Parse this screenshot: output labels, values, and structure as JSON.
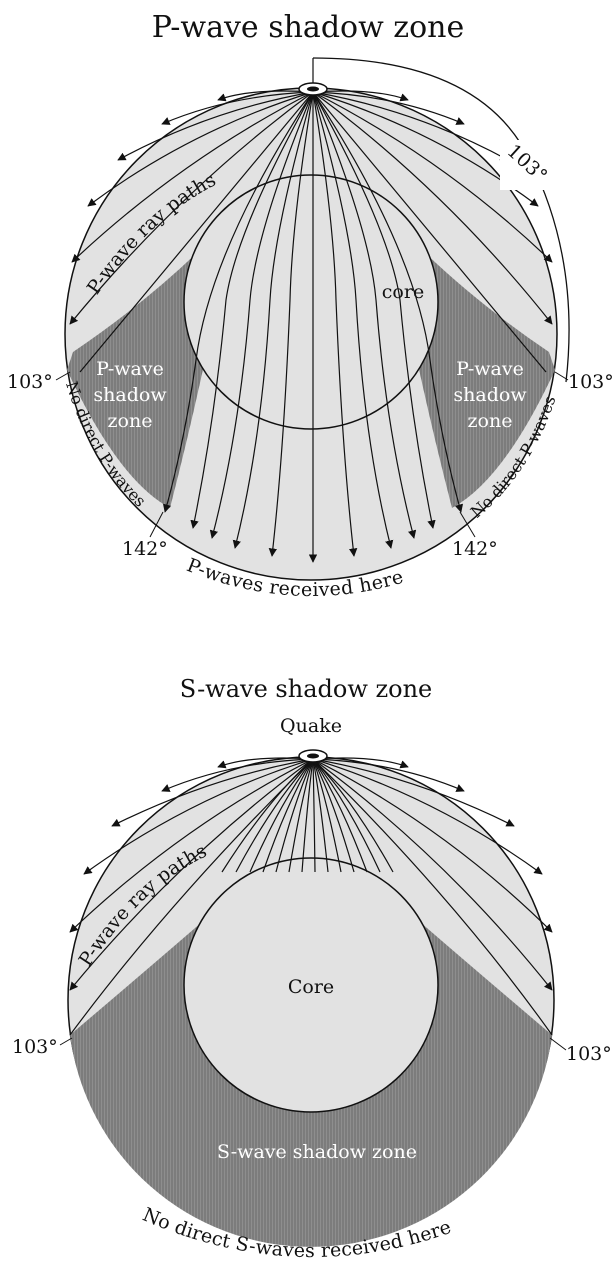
{
  "p_diagram": {
    "title": "P-wave shadow zone",
    "arc_label": "103°",
    "left_103": "103°",
    "right_103": "103°",
    "left_142": "142°",
    "right_142": "142°",
    "ray_paths": "P-wave ray paths",
    "core": "core",
    "shadow_left": [
      "P-wave",
      "shadow",
      "zone"
    ],
    "shadow_right": [
      "P-wave",
      "shadow",
      "zone"
    ],
    "no_direct_left": "No direct P-waves",
    "no_direct_right": "No direct P-waves",
    "received": "P-waves received here"
  },
  "s_diagram": {
    "title": "S-wave shadow zone",
    "quake": "Quake",
    "ray_paths": "P-wave ray paths",
    "core": "Core",
    "left_103": "103°",
    "right_103": "103°",
    "shadow": "S-wave shadow zone",
    "no_direct": "No direct S-waves received here"
  },
  "colors": {
    "mantle": "#e2e2e2",
    "shadow": "#8a8a8a",
    "stroke": "#111111"
  }
}
